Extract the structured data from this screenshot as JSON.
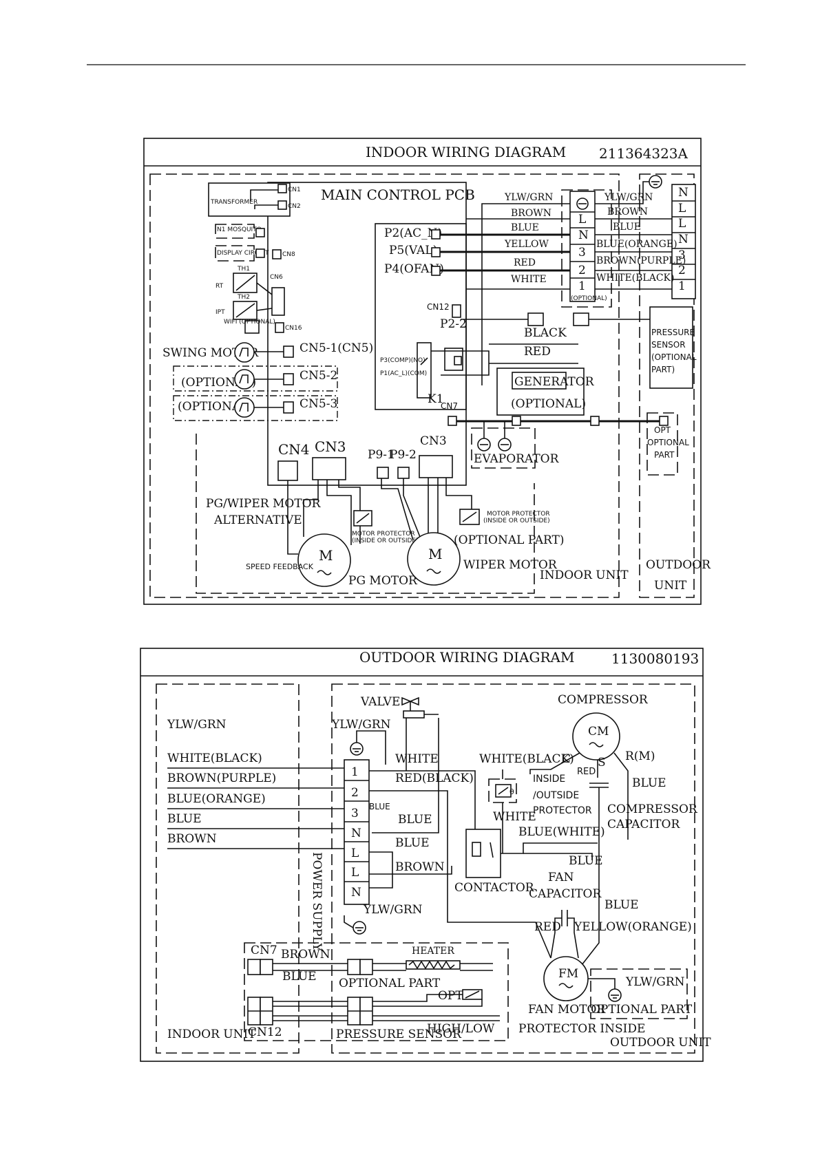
{
  "indoor": {
    "title": "INDOOR WIRING DIAGRAM",
    "code": "211364323A",
    "pcb": "MAIN CONTROL PCB",
    "transformer": "TRANSFORMER",
    "cn1": "CN1",
    "cn2": "CN2",
    "n1": "N1 MOSQUITO",
    "display": "DISPLAY CIRCUIT",
    "cn8": "CN8",
    "th1": "TH1",
    "rt": "RT",
    "cn6": "CN6",
    "th2": "TH2",
    "ipt": "IPT",
    "wifi": "WIFI (OPTIONAL)",
    "cn16": "CN16",
    "swing_motor": "SWING MOTOR",
    "cn5_1": "CN5-1(CN5)",
    "cn5_2": "CN5-2",
    "cn5_3": "CN5-3",
    "optional": "(OPTIONAL)",
    "p2": "P2(AC_N)",
    "p5": "P5(VAL)",
    "p4": "P4(OFAN)",
    "cn12": "CN12",
    "p2_2": "P2-2",
    "p3": "P3(COMP)(NO)",
    "p1": "P1(AC_L)(COM)",
    "k1": "K1",
    "cn7": "CN7",
    "black": "BLACK",
    "red": "RED",
    "generator": "GENERATOR",
    "gen_optional": "(OPTIONAL)",
    "evaporator": "EVAPORATOR",
    "cn4": "CN4",
    "cn3": "CN3",
    "p9_1": "P9-1",
    "p9_2": "P9-2",
    "pg_alt": [
      "PG/WIPER MOTOR",
      "ALTERNATIVE"
    ],
    "motor_protector_1": [
      "MOTOR PROTECTOR",
      "(INSIDE OR OUTSIDE)"
    ],
    "motor_protector_2": [
      "MOTOR PROTECTOR",
      "(INSIDE OR OUTSIDE)"
    ],
    "optional_part": "(OPTIONAL PART)",
    "speed_feedback": "SPEED FEEDBACK",
    "pg_motor": "PG MOTOR",
    "wiper_motor": "WIPER MOTOR",
    "indoor_unit": "INDOOR UNIT",
    "outdoor_unit": [
      "OUTDOOR",
      "UNIT"
    ],
    "pressure_sensor": [
      "PRESSURE",
      "SENSOR",
      "(OPTIONAL",
      "PART)"
    ],
    "opt": "OPT",
    "optional_part_2": [
      "OPTIONAL",
      "PART"
    ],
    "m": "M",
    "wires_left": [
      "YLW/GRN",
      "BROWN",
      "BLUE",
      "YELLOW",
      "RED",
      "WHITE"
    ],
    "terminal_left": [
      "L",
      "N",
      "3",
      "2",
      "1"
    ],
    "terminal_optional": "(OPTIONAL)",
    "wires_right": [
      "YLW/GRN",
      "BROWN",
      "BLUE",
      "BLUE(ORANGE)",
      "BROWN(PURPLE)",
      "WHITE(BLACK)"
    ],
    "terminal_right": [
      "N",
      "L",
      "L",
      "N",
      "3",
      "2",
      "1"
    ]
  },
  "outdoor": {
    "title": "OUTDOOR WIRING DIAGRAM",
    "code": "1130080193",
    "valve": "VALVE",
    "compressor": "COMPRESSOR",
    "cm": "CM",
    "c": "C",
    "s": "S",
    "r": "R(M)",
    "ylwgrn": "YLW/GRN",
    "left_wires": [
      "YLW/GRN",
      "WHITE(BLACK)",
      "BROWN(PURPLE)",
      "BLUE(ORANGE)",
      "BLUE",
      "BROWN"
    ],
    "terminals": [
      "1",
      "2",
      "3",
      "N",
      "L",
      "L",
      "N"
    ],
    "power_supply": "POWER SUPPLY",
    "white": "WHITE",
    "red_black": "RED(BLACK)",
    "blue": "BLUE",
    "brown": "BROWN",
    "white_black": "WHITE(BLACK)",
    "red": "RED",
    "inside_outside": [
      "INSIDE",
      "/OUTSIDE",
      "PROTECTOR"
    ],
    "compressor_capacitor": [
      "COMPRESSOR",
      "CAPACITOR"
    ],
    "blue_white": "BLUE(WHITE)",
    "contactor": "CONTACTOR",
    "fan_capacitor": [
      "FAN",
      "CAPACITOR"
    ],
    "yellow_orange": "YELLOW(ORANGE)",
    "cn7": "CN7",
    "heater": "HEATER",
    "optional_part": "OPTIONAL PART",
    "opt": "OPT",
    "pressure_sensor": "PRESSURE SENSOR",
    "high_low": "HIGH/LOW",
    "fm": "FM",
    "fan_motor": "FAN MOTOR",
    "protector_inside": "PROTECTOR INSIDE",
    "indoor_unit": "INDOOR UNIT",
    "cn12": "CN12",
    "outdoor_unit": "OUTDOOR UNIT",
    "theta": "θ"
  }
}
